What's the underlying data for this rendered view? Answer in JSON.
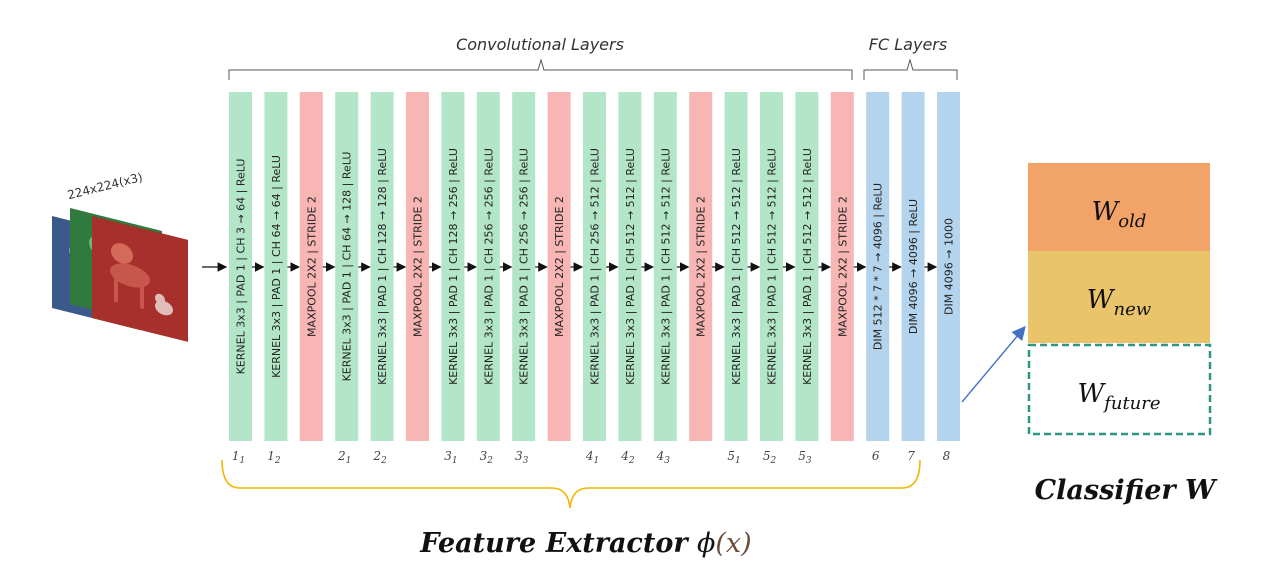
{
  "input": {
    "label": "224x224(x3)",
    "colors": [
      "#3b5a8a",
      "#2f7a3c",
      "#a8302c"
    ]
  },
  "groups": {
    "conv_label": "Convolutional Layers",
    "fc_label": "FC Layers"
  },
  "layers": [
    {
      "text": "KERNEL 3x3 | PAD 1 | CH  3 → 64 | ReLU",
      "type": "conv",
      "idx": "1",
      "sub": "1"
    },
    {
      "text": "KERNEL 3x3 | PAD 1 | CH  64 → 64 | ReLU",
      "type": "conv",
      "idx": "1",
      "sub": "2"
    },
    {
      "text": "MAXPOOL 2X2 | STRIDE 2",
      "type": "pool",
      "idx": "",
      "sub": ""
    },
    {
      "text": "KERNEL 3x3 | PAD 1 | CH  64 → 128 | ReLU",
      "type": "conv",
      "idx": "2",
      "sub": "1"
    },
    {
      "text": "KERNEL 3x3 | PAD 1 | CH  128 → 128 | ReLU",
      "type": "conv",
      "idx": "2",
      "sub": "2"
    },
    {
      "text": "MAXPOOL 2X2 | STRIDE 2",
      "type": "pool",
      "idx": "",
      "sub": ""
    },
    {
      "text": "KERNEL 3x3 | PAD 1 | CH  128 → 256 | ReLU",
      "type": "conv",
      "idx": "3",
      "sub": "1"
    },
    {
      "text": "KERNEL 3x3 | PAD 1 | CH  256 → 256 | ReLU",
      "type": "conv",
      "idx": "3",
      "sub": "2"
    },
    {
      "text": "KERNEL 3x3 | PAD 1 | CH  256 → 256 | ReLU",
      "type": "conv",
      "idx": "3",
      "sub": "3"
    },
    {
      "text": "MAXPOOL 2X2 | STRIDE 2",
      "type": "pool",
      "idx": "",
      "sub": ""
    },
    {
      "text": "KERNEL 3x3 | PAD 1 | CH  256 → 512 | ReLU",
      "type": "conv",
      "idx": "4",
      "sub": "1"
    },
    {
      "text": "KERNEL 3x3 | PAD 1 | CH  512 → 512 | ReLU",
      "type": "conv",
      "idx": "4",
      "sub": "2"
    },
    {
      "text": "KERNEL 3x3 | PAD 1 | CH  512 → 512 | ReLU",
      "type": "conv",
      "idx": "4",
      "sub": "3"
    },
    {
      "text": "MAXPOOL 2X2 | STRIDE 2",
      "type": "pool",
      "idx": "",
      "sub": ""
    },
    {
      "text": "KERNEL 3x3 | PAD 1 | CH  512 → 512 | ReLU",
      "type": "conv",
      "idx": "5",
      "sub": "1"
    },
    {
      "text": "KERNEL 3x3 | PAD 1 | CH  512 → 512 | ReLU",
      "type": "conv",
      "idx": "5",
      "sub": "2"
    },
    {
      "text": "KERNEL 3x3 | PAD 1 | CH  512 → 512 | ReLU",
      "type": "conv",
      "idx": "5",
      "sub": "3"
    },
    {
      "text": "MAXPOOL 2X2 | STRIDE 2",
      "type": "pool",
      "idx": "",
      "sub": ""
    },
    {
      "text": "DIM 512 * 7 * 7 → 4096 | ReLU",
      "type": "fc",
      "idx": "6",
      "sub": ""
    },
    {
      "text": "DIM 4096 → 4096 | ReLU",
      "type": "fc",
      "idx": "7",
      "sub": ""
    },
    {
      "text": "DIM 4096 → 1000",
      "type": "fc",
      "idx": "8",
      "sub": ""
    }
  ],
  "colors": {
    "conv": "#b3e6c9",
    "pool": "#f7b5b3",
    "fc": "#b3d4ec",
    "w_old": "#f2a367",
    "w_new": "#eac46a",
    "w_future_border": "#2f9585",
    "brace": "#f2b600",
    "arrow": "#4472c4"
  },
  "classifier": {
    "w_old": {
      "base": "W",
      "sub": "old"
    },
    "w_new": {
      "base": "W",
      "sub": "new"
    },
    "w_future": {
      "base": "W",
      "sub": "future"
    },
    "label": "Classifier W"
  },
  "feature_extractor": {
    "label": "Feature Extractor ",
    "phi": "ϕ",
    "arg": "(x)"
  }
}
